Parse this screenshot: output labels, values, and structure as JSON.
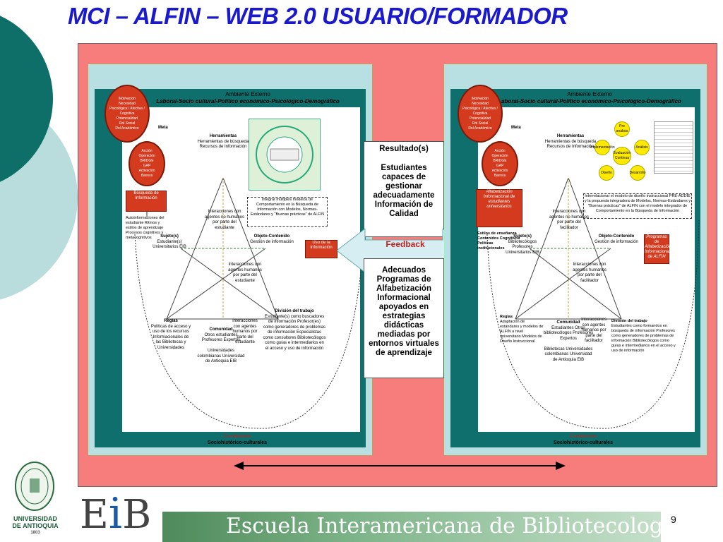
{
  "slide": {
    "title": "MCI – ALFIN – WEB 2.0  USUARIO/FORMADOR",
    "page_number": "9"
  },
  "middle": {
    "result_title": "Resultado(s)",
    "result_text": "Estudiantes capaces de gestionar adecuadamente Información de Calidad",
    "feedback": "Feedback",
    "programs_text": "Adecuados Programas de Alfabetización Informacional apoyados en estrategias didácticas mediadas por entornos virtuales de aprendizaje"
  },
  "left_diagram": {
    "ambiente": "Ambiente Externo",
    "ambiente_sub": "Laboral-Socio cultural-Político económico-Psicológico-Demográfico",
    "motivacion": [
      "Motivación",
      "Necesidad",
      "Psicológica / Afectiva / Cognitiva",
      "Potencialidad",
      "Rol Social",
      "Rol Académico"
    ],
    "accion": [
      "Acción",
      "Operación",
      "BRIDGE",
      "GAP",
      "Activación",
      "Barrera"
    ],
    "meta": "Meta",
    "busqueda": "Búsqueda de Información",
    "autoinfo": "Autoinformaciones del estudiante Ritmos y estilos de aprendizaje Procesos cognitivos y metacognitivos",
    "herramientas_title": "Herramientas",
    "herramientas": "Herramientas de búsqueda Recursos de Información",
    "integrar": "Integrar múltiples modelos de Comportamiento en la Búsqueda de Información con Modelos, Normas-Estándares y \"Buenas prácticas\" de ALFIN",
    "interacciones": "Interacciones con agentes no humanos por parte del estudiante",
    "sujeto_title": "Sujeto(s)",
    "sujeto": "Estudiante(s) Universitarios EIB",
    "objeto_title": "Objeto-Contenido",
    "objeto": "Gestión de información",
    "uso": "Uso de la Información",
    "interacciones2": "Interacciones con agentes humanos por parte del estudiante",
    "reglas_title": "Reglas",
    "reglas": "Políticas de acceso y uso de los recursos Informacionales de las Bibliotecas y Universidades",
    "comunidad_title": "Comunidad",
    "comunidad": "Otros estudiantes Profesores Expertos",
    "comunidad2": "Universidades colombianas Universidad de Antioquia EIB",
    "division_title": "División del trabajo",
    "division": "Estudiante(s) como buscadores de información Profesor(es) como generadores de problemas de información Especialistas como consultores Bibliotecólogos como guías e intermediarios en el acceso y uso de información",
    "condiciones": "Condiciones",
    "condiciones_sub": "Sociohistórico-culturales"
  },
  "right_diagram": {
    "ambiente": "Ambiente Externo",
    "ambiente_sub": "Laboral-Socio cultural-Político económico-Psicológico-Demográfico",
    "motivacion": [
      "Motivación",
      "Necesidad",
      "Psicológica / Afectiva / Cognitiva",
      "Potencialidad",
      "Rol Social",
      "Rol Académico"
    ],
    "accion": [
      "Acción",
      "Operación",
      "BRIDGE",
      "GAP",
      "Activación",
      "Barrera"
    ],
    "meta": "Meta",
    "alfabetizacion": "Alfabetización Informacional de estudiantes universitarios",
    "estilos": "Estilos de enseñanza Contenidos Cognitivos Políticas institucionales",
    "herramientas_title": "Herramientas",
    "herramientas": "Herramientas de búsqueda Recursos de Información",
    "cycle": [
      "Pre análisis",
      "Análisis",
      "Implementación",
      "Evaluación Continua",
      "Desarrollo",
      "Diseño"
    ],
    "interrelacionar": "Interrelacionar el modelo de diseño instruccional PRE-ADDIE y la propuesta integradora de Modelos, Normas-Estándares y \"Buenas prácticas\" de ALFIN con el modelo integrador de Comportamiento en la Búsqueda de Información",
    "interacciones": "Interacciones con agentes no humanos por parte del facilitador",
    "sujeto_title": "Sujeto(s)",
    "sujeto": "Bibliotecólogos Profesores Universitarios EIB",
    "objeto_title": "Objeto-Contenido",
    "objeto": "Gestión de información",
    "programas": "Programas de Alfabetización Informacional de ALFIN",
    "interacciones2": "Interacciones con agentes humanos por parte del facilitador",
    "reglas_title": "Reglas",
    "reglas": "Adaptación de estándares y modelos de ALFIN a nivel universitario Modelos de Diseño Instruccional",
    "comunidad_title": "Comunidad",
    "comunidad": "Estudiantes Otros bibliotecólogos Profesores Expertos",
    "comunidad2": "Bibliotecas Universidades colombianas Universidad de Antioquia EIB",
    "division_title": "División del trabajo",
    "division": "Estudiantes como formandos en búsqueda de información Profesores como generadores de problemas de información Bibliotecólogos como guías e intermediarios en el acceso y uso de información",
    "condiciones": "Condiciones",
    "condiciones_sub": "Sociohistórico-culturales"
  },
  "footer": {
    "school": "Escuela Interamericana de Bibliotecología",
    "eib_logo": "EIB",
    "university": [
      "UNIVERSIDAD",
      "DE ANTIOQUIA",
      "1803"
    ]
  },
  "colors": {
    "title": "#1a1acc",
    "slide_bg": "#f77c7c",
    "teal": "#0f6f6c",
    "light_teal": "#b8dfe2",
    "red_node": "#d33a1e",
    "footer_green": "#4e8a5b"
  }
}
